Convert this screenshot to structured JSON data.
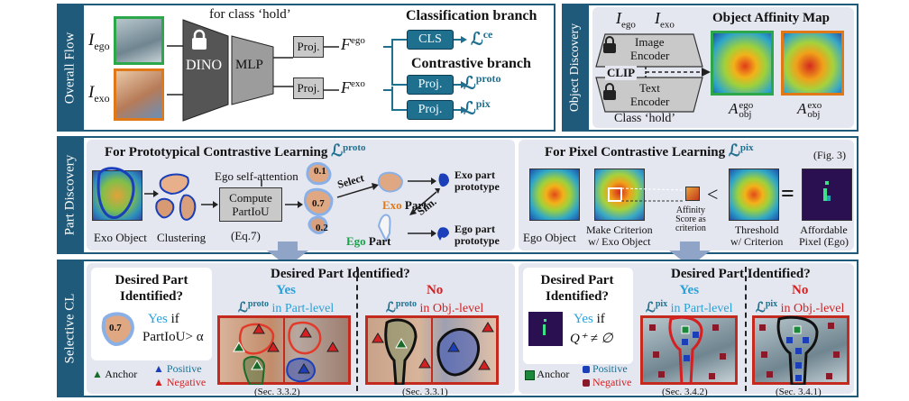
{
  "overall_flow": {
    "row_label": "Overall Flow",
    "for_class": "for class ‘hold’",
    "i_ego": "I",
    "i_ego_sub": "ego",
    "i_exo": "I",
    "i_exo_sub": "exo",
    "dino": "DINO",
    "mlp": "MLP",
    "proj1": "Proj.",
    "proj2": "Proj.",
    "f_ego": "F",
    "f_ego_sup": "ego",
    "f_exo": "F",
    "f_exo_sup": "exo",
    "classification_branch": "Classification branch",
    "cls": "CLS",
    "l_ce": "ℒ",
    "l_ce_sup": "ce",
    "contrastive_branch": "Contrastive branch",
    "proj3": "Proj.",
    "l_proto": "ℒ",
    "l_proto_sup": "proto",
    "proj4": "Proj.",
    "l_pix": "ℒ",
    "l_pix_sup": "pix"
  },
  "object_discovery": {
    "row_label": "Object Discovery",
    "i_ego": "I",
    "i_ego_sub": "ego",
    "i_exo": "I",
    "i_exo_sub": "exo",
    "image_encoder_1": "Image",
    "image_encoder_2": "Encoder",
    "clip": "CLIP",
    "text_encoder_1": "Text",
    "text_encoder_2": "Encoder",
    "class_hold": "Class ‘hold’",
    "affinity_title": "Object Affinity Map",
    "a_ego": "A",
    "a_ego_sup": "ego",
    "a_ego_sub": "obj",
    "a_exo": "A",
    "a_exo_sup": "exo",
    "a_exo_sub": "obj"
  },
  "part_discovery": {
    "row_label": "Part Discovery",
    "proto_title": "For Prototypical Contrastive Learning ",
    "proto_loss": "ℒ",
    "proto_loss_sup": "proto",
    "ego_self_attention": "Ego self-attention",
    "compute_1": "Compute",
    "compute_2": "PartIoU",
    "eq": "(Eq.7)",
    "select": "Select",
    "sim": "Sim.",
    "score_01": "0.1",
    "score_07": "0.7",
    "score_02": "0.2",
    "exo_part_word": "Exo",
    "part_word_1": " Part",
    "ego_part_word": "Ego",
    "part_word_2": " Part",
    "exo_prototype_1": "Exo part",
    "exo_prototype_2": "prototype",
    "ego_prototype_1": "Ego part",
    "ego_prototype_2": "prototype",
    "exo_object": "Exo Object",
    "clustering": "Clustering",
    "pix_title": "For Pixel Contrastive Learning ",
    "pix_loss": "ℒ",
    "pix_loss_sup": "pix",
    "fig_ref": "(Fig. 3)",
    "ego_object": "Ego Object",
    "make_criterion_1": "Make Criterion",
    "make_criterion_2": "w/ Exo Object",
    "affinity_score_1": "Affinity",
    "affinity_score_2": "Score as",
    "affinity_score_3": "criterion",
    "lt": "<",
    "eq_sign": "=",
    "threshold_1": "Threshold",
    "threshold_2": "w/ Criterion",
    "affordable_1": "Affordable",
    "affordable_2": "Pixel (Ego)"
  },
  "selective_cl": {
    "row_label": "Selective CL",
    "desired_q1_1": "Desired Part",
    "desired_q1_2": "Identified?",
    "yes_if": "Yes",
    "if_word": " if",
    "partiou_cond": "PartIoU> α",
    "score_07": "0.7",
    "desired_identified_left": "Desired Part Identified?",
    "proto_yes": "Yes",
    "proto_yes_loss": "ℒ",
    "proto_yes_loss_sup": "proto",
    "proto_yes_level": " in Part-level",
    "proto_no": "No",
    "proto_no_loss": "ℒ",
    "proto_no_loss_sup": "proto",
    "proto_no_level": " in Obj.-level",
    "anchor": "Anchor",
    "positive": "Positive",
    "negative": "Negative",
    "sec_332": "(Sec. 3.3.2)",
    "sec_331": "(Sec. 3.3.1)",
    "desired_q2_1": "Desired Part",
    "desired_q2_2": "Identified?",
    "yes_if_2": "Yes",
    "if_word_2": " if",
    "q_cond": "Q⁺ ≠ ∅",
    "desired_identified_right": "Desired Part Identified?",
    "pix_yes": "Yes",
    "pix_yes_loss": "ℒ",
    "pix_yes_loss_sup": "pix",
    "pix_yes_level": " in Part-level",
    "pix_no": "No",
    "pix_no_loss": "ℒ",
    "pix_no_loss_sup": "pix",
    "pix_no_level": " in Obj.-level",
    "anchor_2": "Anchor",
    "positive_2": "Positive",
    "negative_2": "Negative",
    "sec_342": "(Sec. 3.4.2)",
    "sec_341": "(Sec. 3.4.1)"
  },
  "colors": {
    "panel_border": "#1f5a7a",
    "teal": "#1f6f8f",
    "cyan": "#2aa0d8",
    "red": "#d42020",
    "green": "#18a048",
    "orange": "#e07818"
  }
}
